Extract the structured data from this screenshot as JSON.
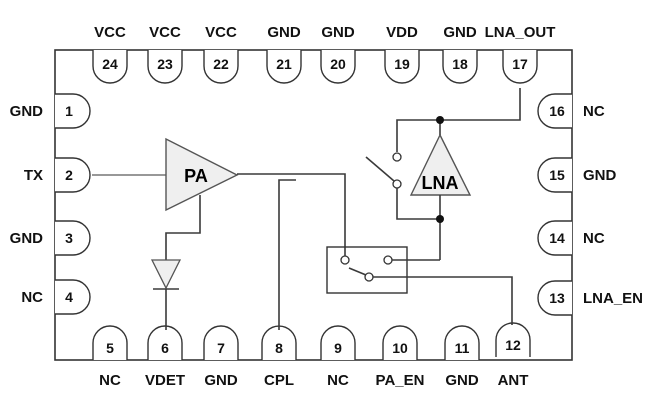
{
  "diagram": {
    "type": "ic-pinout",
    "package_pin_count": 24,
    "pins": {
      "top": [
        {
          "num": "24",
          "name": "VCC"
        },
        {
          "num": "23",
          "name": "VCC"
        },
        {
          "num": "22",
          "name": "VCC"
        },
        {
          "num": "21",
          "name": "GND"
        },
        {
          "num": "20",
          "name": "GND"
        },
        {
          "num": "19",
          "name": "VDD"
        },
        {
          "num": "18",
          "name": "GND"
        },
        {
          "num": "17",
          "name": "LNA_OUT"
        }
      ],
      "left": [
        {
          "num": "1",
          "name": "GND"
        },
        {
          "num": "2",
          "name": "TX"
        },
        {
          "num": "3",
          "name": "GND"
        },
        {
          "num": "4",
          "name": "NC"
        }
      ],
      "right": [
        {
          "num": "16",
          "name": "NC"
        },
        {
          "num": "15",
          "name": "GND"
        },
        {
          "num": "14",
          "name": "NC"
        },
        {
          "num": "13",
          "name": "LNA_EN"
        }
      ],
      "bottom": [
        {
          "num": "5",
          "name": "NC"
        },
        {
          "num": "6",
          "name": "VDET"
        },
        {
          "num": "7",
          "name": "GND"
        },
        {
          "num": "8",
          "name": "CPL"
        },
        {
          "num": "9",
          "name": "NC"
        },
        {
          "num": "10",
          "name": "PA_EN"
        },
        {
          "num": "11",
          "name": "GND"
        },
        {
          "num": "12",
          "name": "ANT"
        }
      ]
    },
    "blocks": {
      "pa": {
        "label": "PA"
      },
      "lna": {
        "label": "LNA"
      }
    },
    "colors": {
      "amp_fill": "#efefef",
      "line": "#3a3a3a",
      "text": "#111111"
    }
  }
}
